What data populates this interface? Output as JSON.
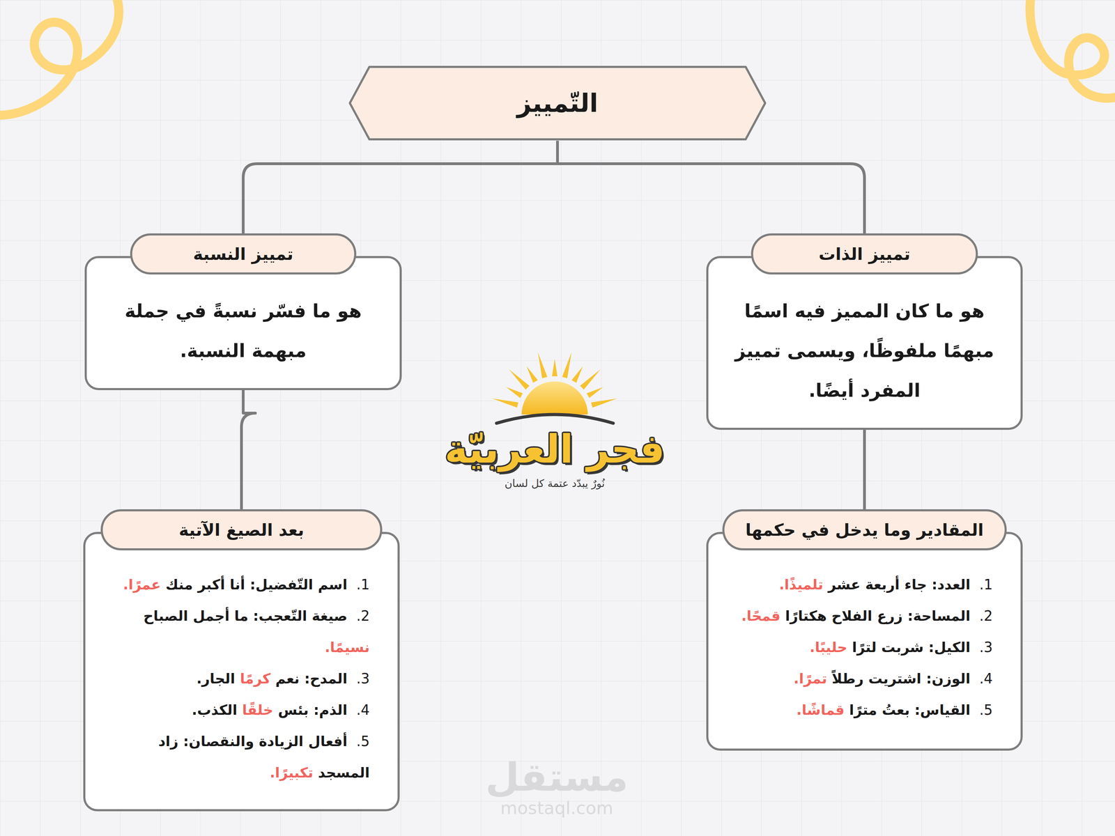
{
  "diagram": {
    "nodes": [
      {
        "text": [
          "التّمييز"
        ]
      },
      {
        "text": [
          "تمييز الذات",
          "هو ما كان المميز فيه اسمًا مبهمًا ملفوظًا، ويسمى تمييز المفرد أيضًا."
        ]
      },
      {
        "text": [
          "تمييز النسبة",
          "هو ما فسّر نسبةً في جملة مبهمة النسبة."
        ]
      },
      {
        "text": [
          "المقادير وما يدخل في حكمها",
          "1.",
          "العدد: جاء أربعة عشر",
          "تلميذًا.",
          "2.",
          "المساحة: زرع الفلاح هكتارًا",
          "قمحًا.",
          "3.",
          "الكيل: شربت لترًا",
          "حليبًا.",
          "4.",
          "الوزن: اشتريت رطلاً",
          "تمرًا.",
          "5.",
          "القياس: بعتُ مترًا",
          "قماشًا."
        ]
      },
      {
        "text": [
          "بعد الصيغ الآتية",
          "1.",
          "اسم التّفضيل: أنا أكبر منك",
          "عمرًا.",
          "2.",
          "صيغة التّعجب: ما أجمل الصباح",
          "نسيمًا.",
          "3.",
          "المدح: نعم",
          "كرمًا",
          "الجار.",
          "4.",
          "الذم: بئس",
          "خلقًا",
          "الكذب.",
          "5.",
          "أفعال الزيادة والنقصان: زاد المسجد",
          "تكبيرًا."
        ]
      }
    ],
    "edges": [
      {
        "from": 0,
        "to": 1,
        "arrow": "none"
      },
      {
        "from": 0,
        "to": 2,
        "arrow": "none"
      },
      {
        "from": 1,
        "to": 3,
        "arrow": "none"
      },
      {
        "from": 2,
        "to": 4,
        "arrow": "none"
      }
    ],
    "labels": [
      "فجر العربيّة",
      "نُورٌ يبدّد عتمة كل لسان",
      "مستقل",
      "mostaql.com"
    ]
  }
}
